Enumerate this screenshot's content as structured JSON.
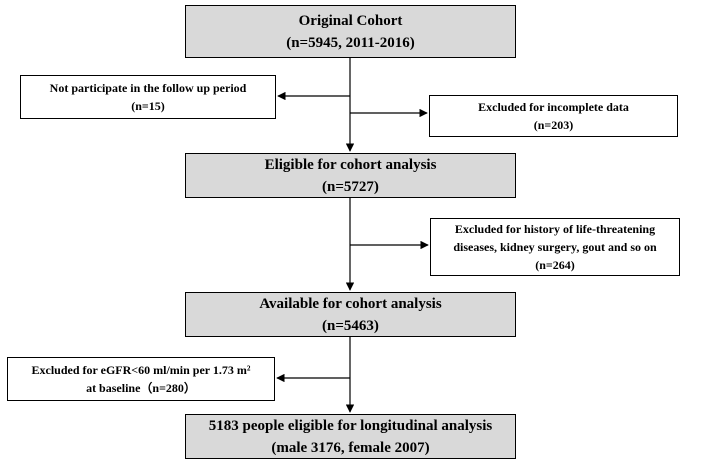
{
  "flowchart": {
    "steps": [
      {
        "id": "original",
        "line1": "Original Cohort",
        "line2": "(n=5945, 2011-2016)"
      },
      {
        "id": "eligible",
        "line1": "Eligible for cohort analysis",
        "line2": "(n=5727)"
      },
      {
        "id": "available",
        "line1": "Available for cohort analysis",
        "line2": "(n=5463)"
      },
      {
        "id": "final",
        "line1": "5183 people eligible for longitudinal analysis",
        "line2": "(male 3176, female 2007)"
      }
    ],
    "exclusions": [
      {
        "id": "not-participate",
        "line1": "Not participate in the follow up period",
        "line2": "(n=15)"
      },
      {
        "id": "incomplete",
        "line1": "Excluded for incomplete data",
        "line2": "(n=203)"
      },
      {
        "id": "history",
        "line1": "Excluded for history of life-threatening",
        "line2": "diseases, kidney surgery, gout and so on",
        "line3": "(n=264)"
      },
      {
        "id": "egfr",
        "line1": "Excluded for eGFR<60 ml/min per 1.73 m²",
        "line2": "at baseline（n=280）"
      }
    ]
  }
}
